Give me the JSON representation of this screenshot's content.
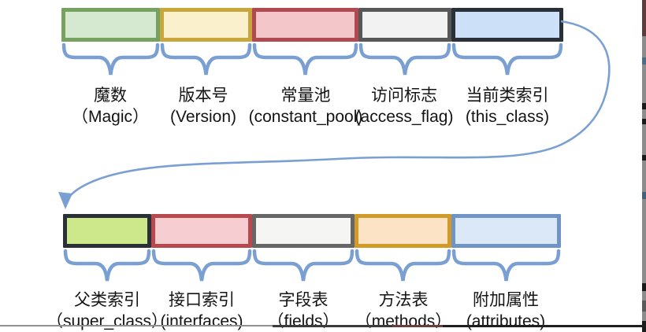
{
  "diagram": {
    "accent_color": "#7a9fd2",
    "text_color": "#141414",
    "rows": [
      {
        "name": "class-file-structure-part-1",
        "segments": [
          {
            "label_zh": "魔数",
            "label_en": "（Magic）",
            "fill": "#d5e8d0",
            "border": "#76a25f"
          },
          {
            "label_zh": "版本号",
            "label_en": "(Version)",
            "fill": "#fbf0cc",
            "border": "#c8a63c"
          },
          {
            "label_zh": "常量池",
            "label_en": "(constant_pool)",
            "fill": "#f3c6ca",
            "border": "#b04a50"
          },
          {
            "label_zh": "访问标志",
            "label_en": "(access_flag)",
            "fill": "#f2f2f2",
            "border": "#575757"
          },
          {
            "label_zh": "当前类索引",
            "label_en": "(this_class)",
            "fill": "#cce0f7",
            "border": "#2b2f38"
          }
        ]
      },
      {
        "name": "class-file-structure-part-2",
        "segments": [
          {
            "label_zh": "父类索引",
            "label_en": "（super_class）",
            "fill": "#cde78b",
            "border": "#2b2f38"
          },
          {
            "label_zh": "接口索引",
            "label_en": "(interfaces)",
            "fill": "#f6ced1",
            "border": "#b8494e"
          },
          {
            "label_zh": "字段表",
            "label_en": "（fields）",
            "fill": "#f5f5f3",
            "border": "#666666"
          },
          {
            "label_zh": "方法表",
            "label_en": "（methods）",
            "fill": "#fde3c6",
            "border": "#d29b28"
          },
          {
            "label_zh": "附加属性",
            "label_en": "(attributes)",
            "fill": "#dbe8f7",
            "border": "#6f94c5"
          }
        ]
      }
    ]
  }
}
